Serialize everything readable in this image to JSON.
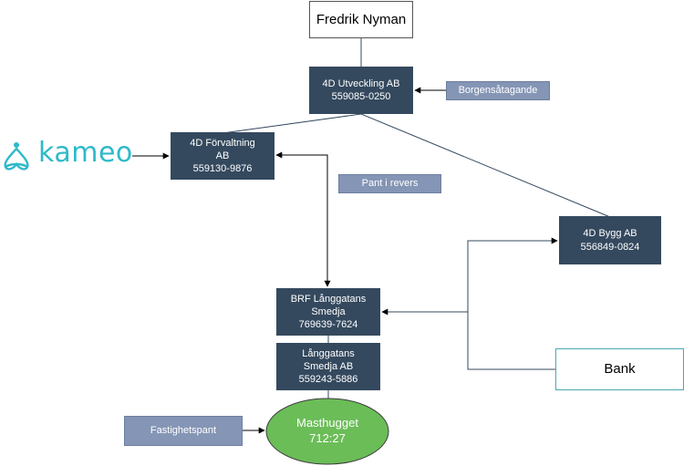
{
  "colors": {
    "entity_fill": "#34495e",
    "label_fill": "#8595b5",
    "ellipse_fill": "#6bbd58",
    "ellipse_border": "#3a3a3a",
    "line": "#34495e",
    "arrow": "#000000",
    "bank_border": "#4aa7b3",
    "kameo_brand": "#2fb9c9"
  },
  "nodes": {
    "owner": {
      "name": "Fredrik Nyman"
    },
    "utveckling": {
      "line1": "4D Utveckling AB",
      "line2": "559085-0250"
    },
    "forvaltning": {
      "line1": "4D Förvaltning",
      "line2": "AB",
      "line3": "559130-9876"
    },
    "bygg": {
      "line1": "4D Bygg AB",
      "line2": "556849-0824"
    },
    "brf": {
      "line1": "BRF Långgatans",
      "line2": "Smedja",
      "line3": "769639-7624"
    },
    "smedja_ab": {
      "line1": "Långgatans",
      "line2": "Smedja AB",
      "line3": "559243-5886"
    },
    "property": {
      "line1": "Masthugget",
      "line2": "712:27"
    },
    "bank": {
      "name": "Bank"
    }
  },
  "labels": {
    "guarantee": "Borgensåtagande",
    "pledge": "Pant i revers",
    "mortgage": "Fastighetspant"
  },
  "logo": {
    "text": "kameo",
    "icon": "kameo-logo-icon"
  }
}
